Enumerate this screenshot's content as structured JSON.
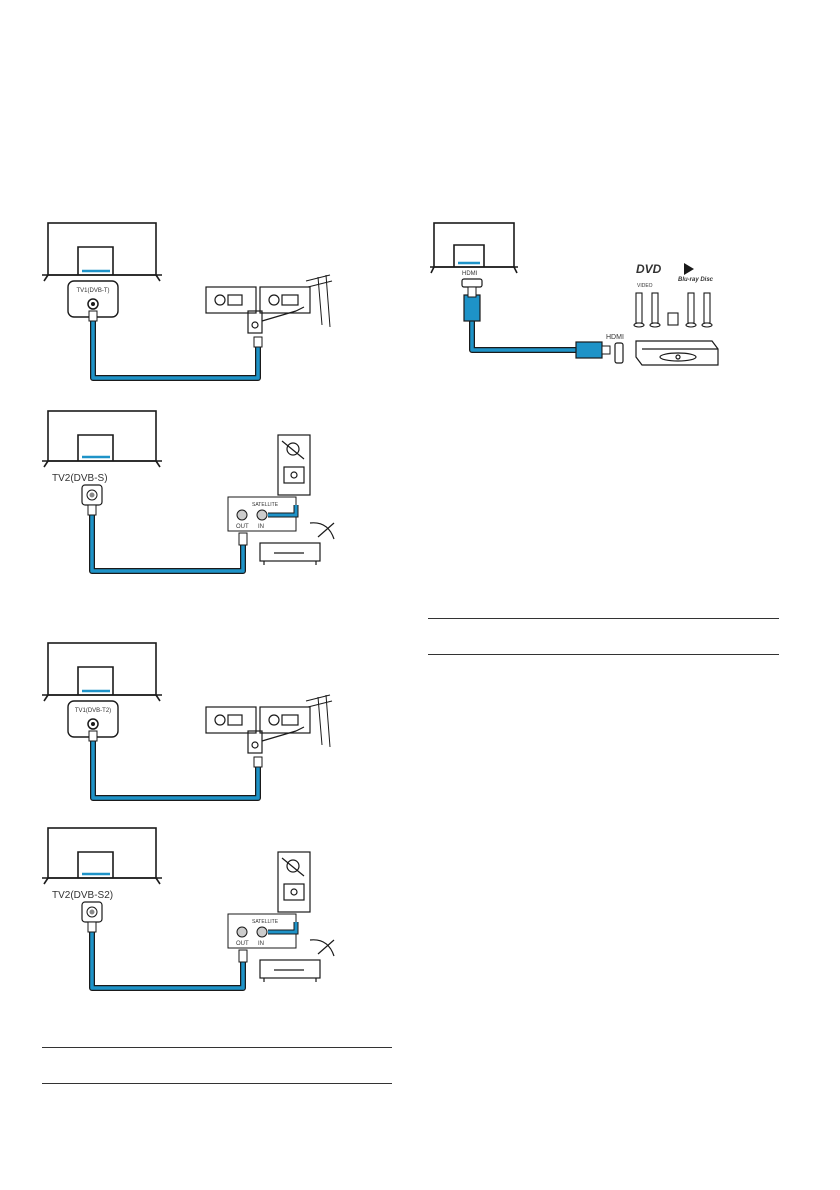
{
  "page": {
    "figures": {
      "terrestrial_1": {
        "port_label": "TV1(DVB-T)"
      },
      "satellite_1": {
        "port_label": "TV2(DVB-S)",
        "satellite_label": "SATELLITE",
        "out_label": "OUT",
        "in_label": "IN"
      },
      "terrestrial_2": {
        "port_label": "TV1(DVB-T2)"
      },
      "satellite_2": {
        "port_label": "TV2(DVB-S2)",
        "satellite_label": "SATELLITE",
        "out_label": "OUT",
        "in_label": "IN"
      },
      "hdmi": {
        "tv_port_label": "HDMI",
        "device_port_label": "HDMI",
        "dvd_logo": "DVD",
        "dvd_sub": "VIDEO",
        "bluray_logo": "Blu-ray Disc"
      }
    }
  },
  "colors": {
    "cable_blue": "#1e93c8",
    "line": "#1a1a1a",
    "tv_stripe": "#1e93c8"
  }
}
